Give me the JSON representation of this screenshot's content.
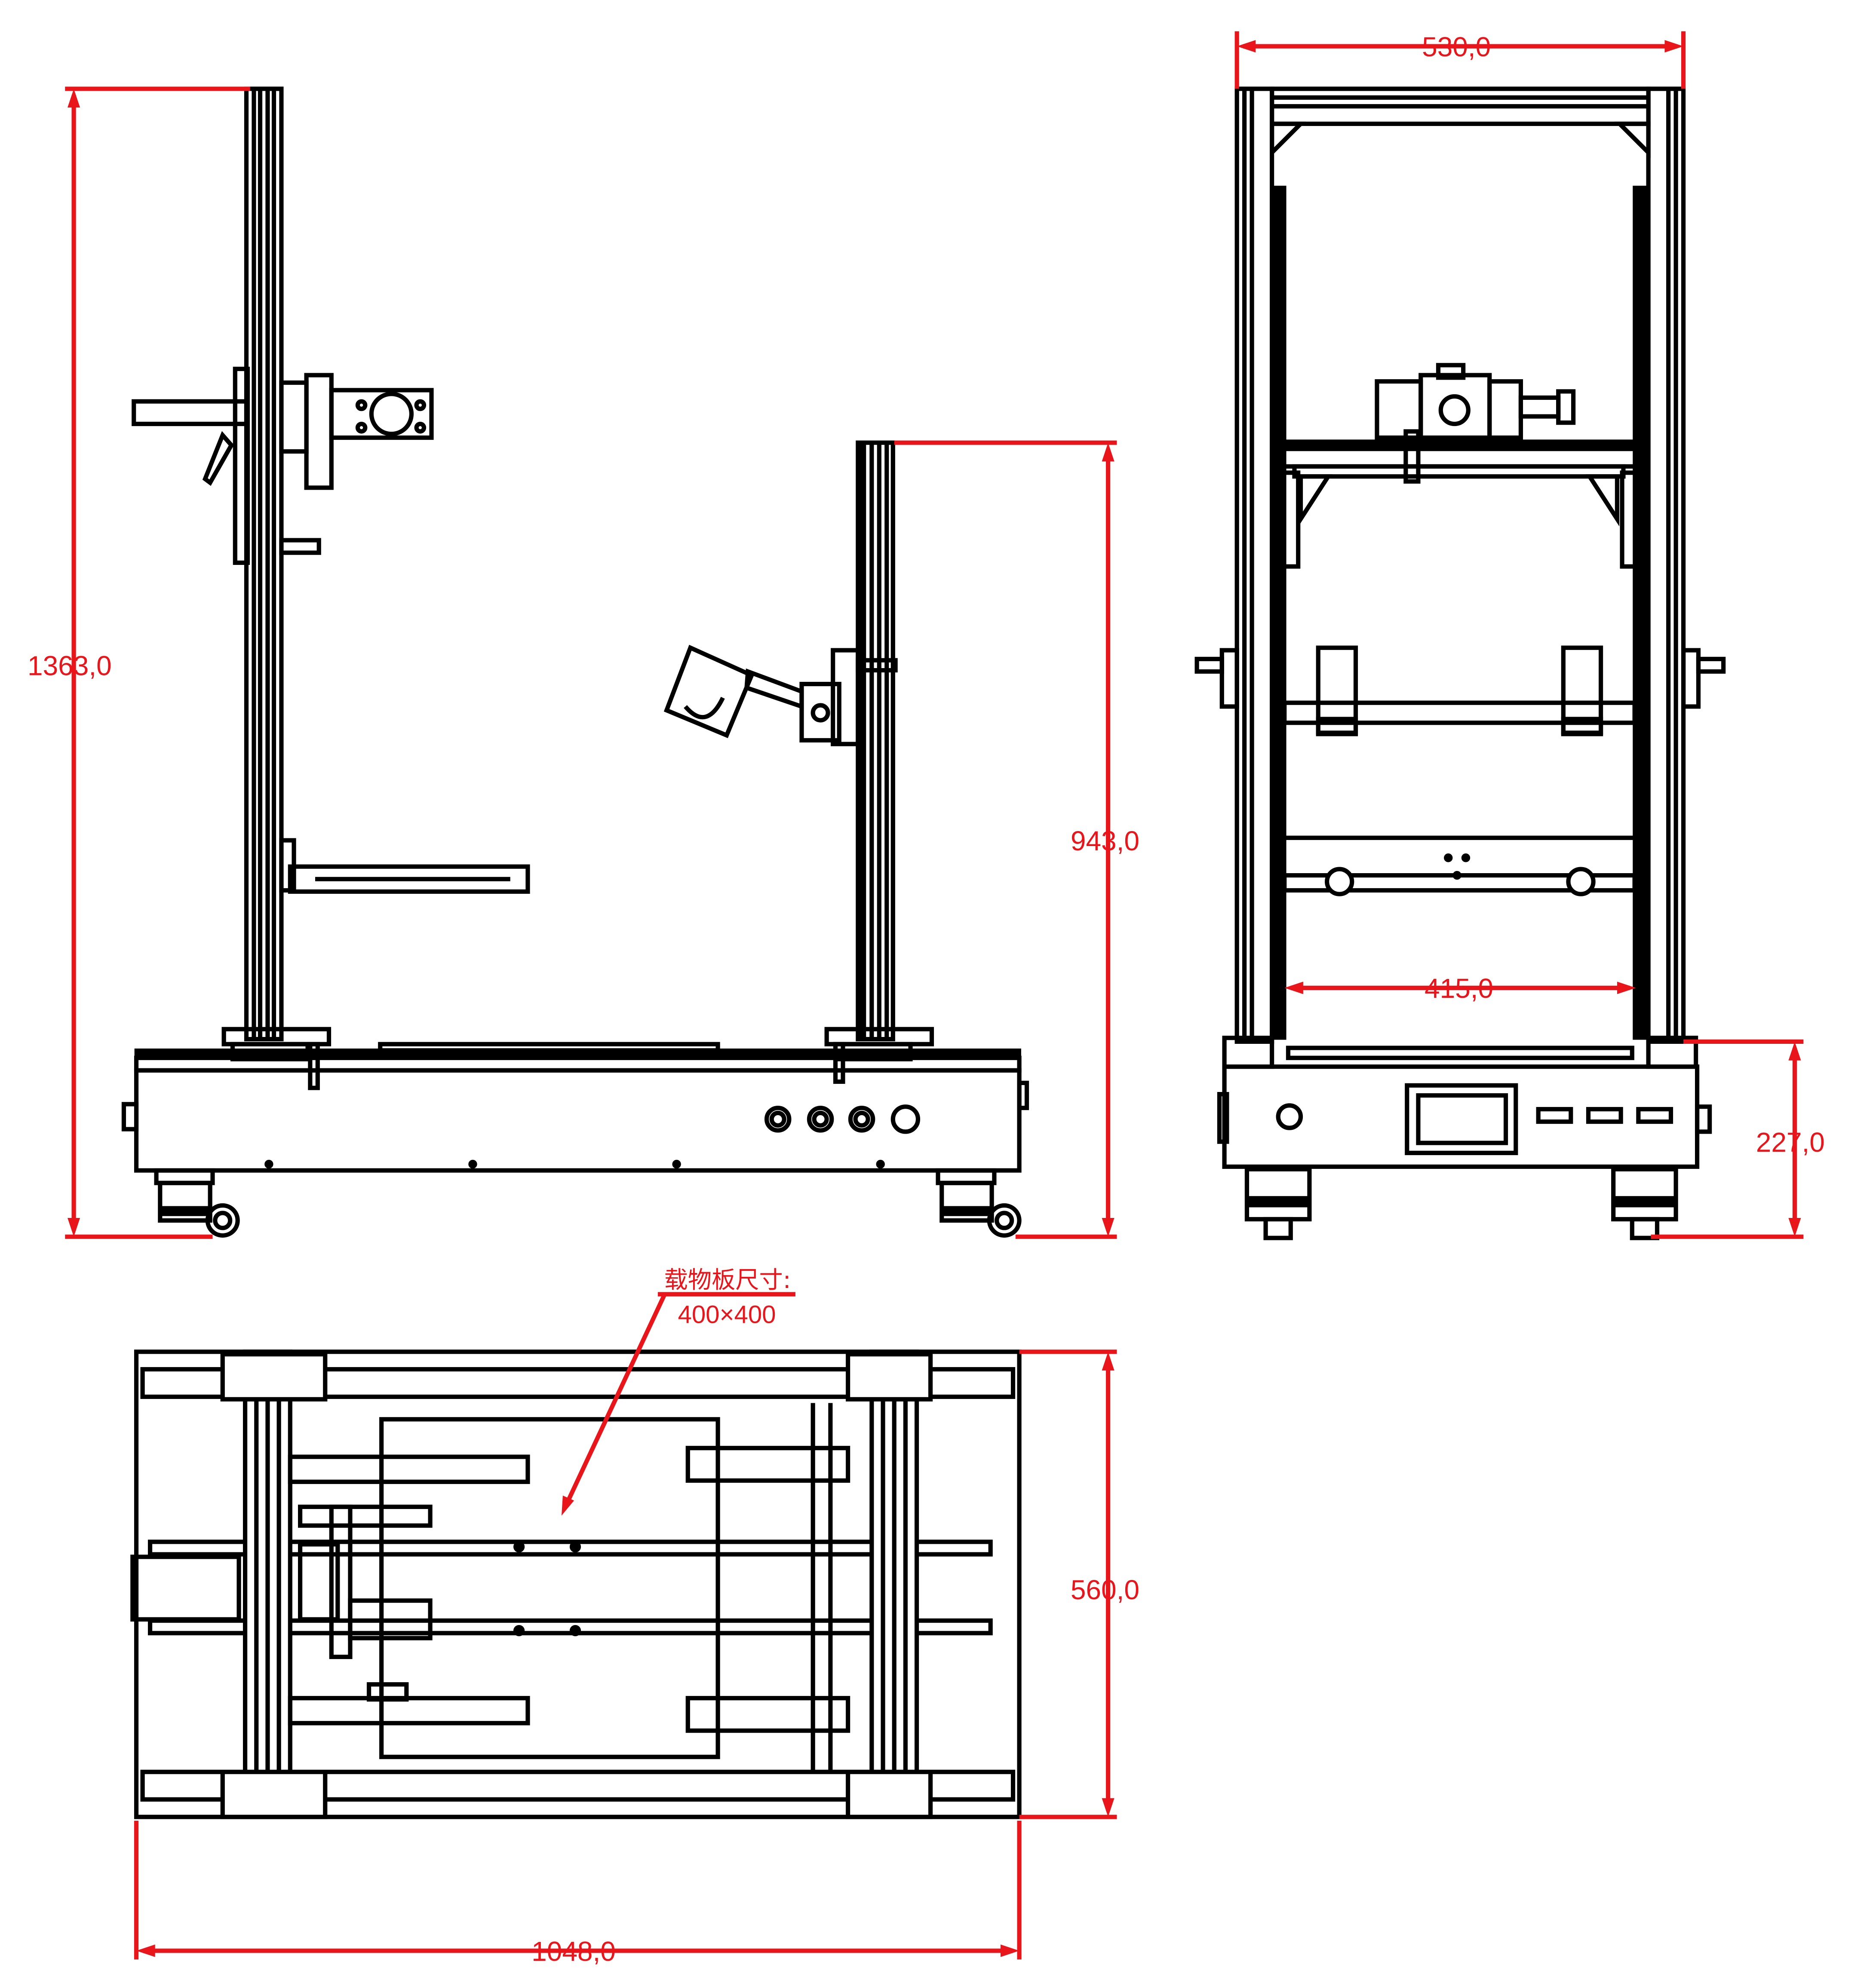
{
  "colors": {
    "dimension": "#e8151b",
    "drawing": "#000000",
    "background": "#ffffff"
  },
  "dimensions": {
    "total_height": "1363,0",
    "right_column_height": "943,0",
    "frame_width": "530,0",
    "inner_width": "415,0",
    "base_height": "227,0",
    "base_depth": "560,0",
    "base_length": "1048,0"
  },
  "note": {
    "line1": "载物板尺寸:",
    "line2": "400×400"
  }
}
